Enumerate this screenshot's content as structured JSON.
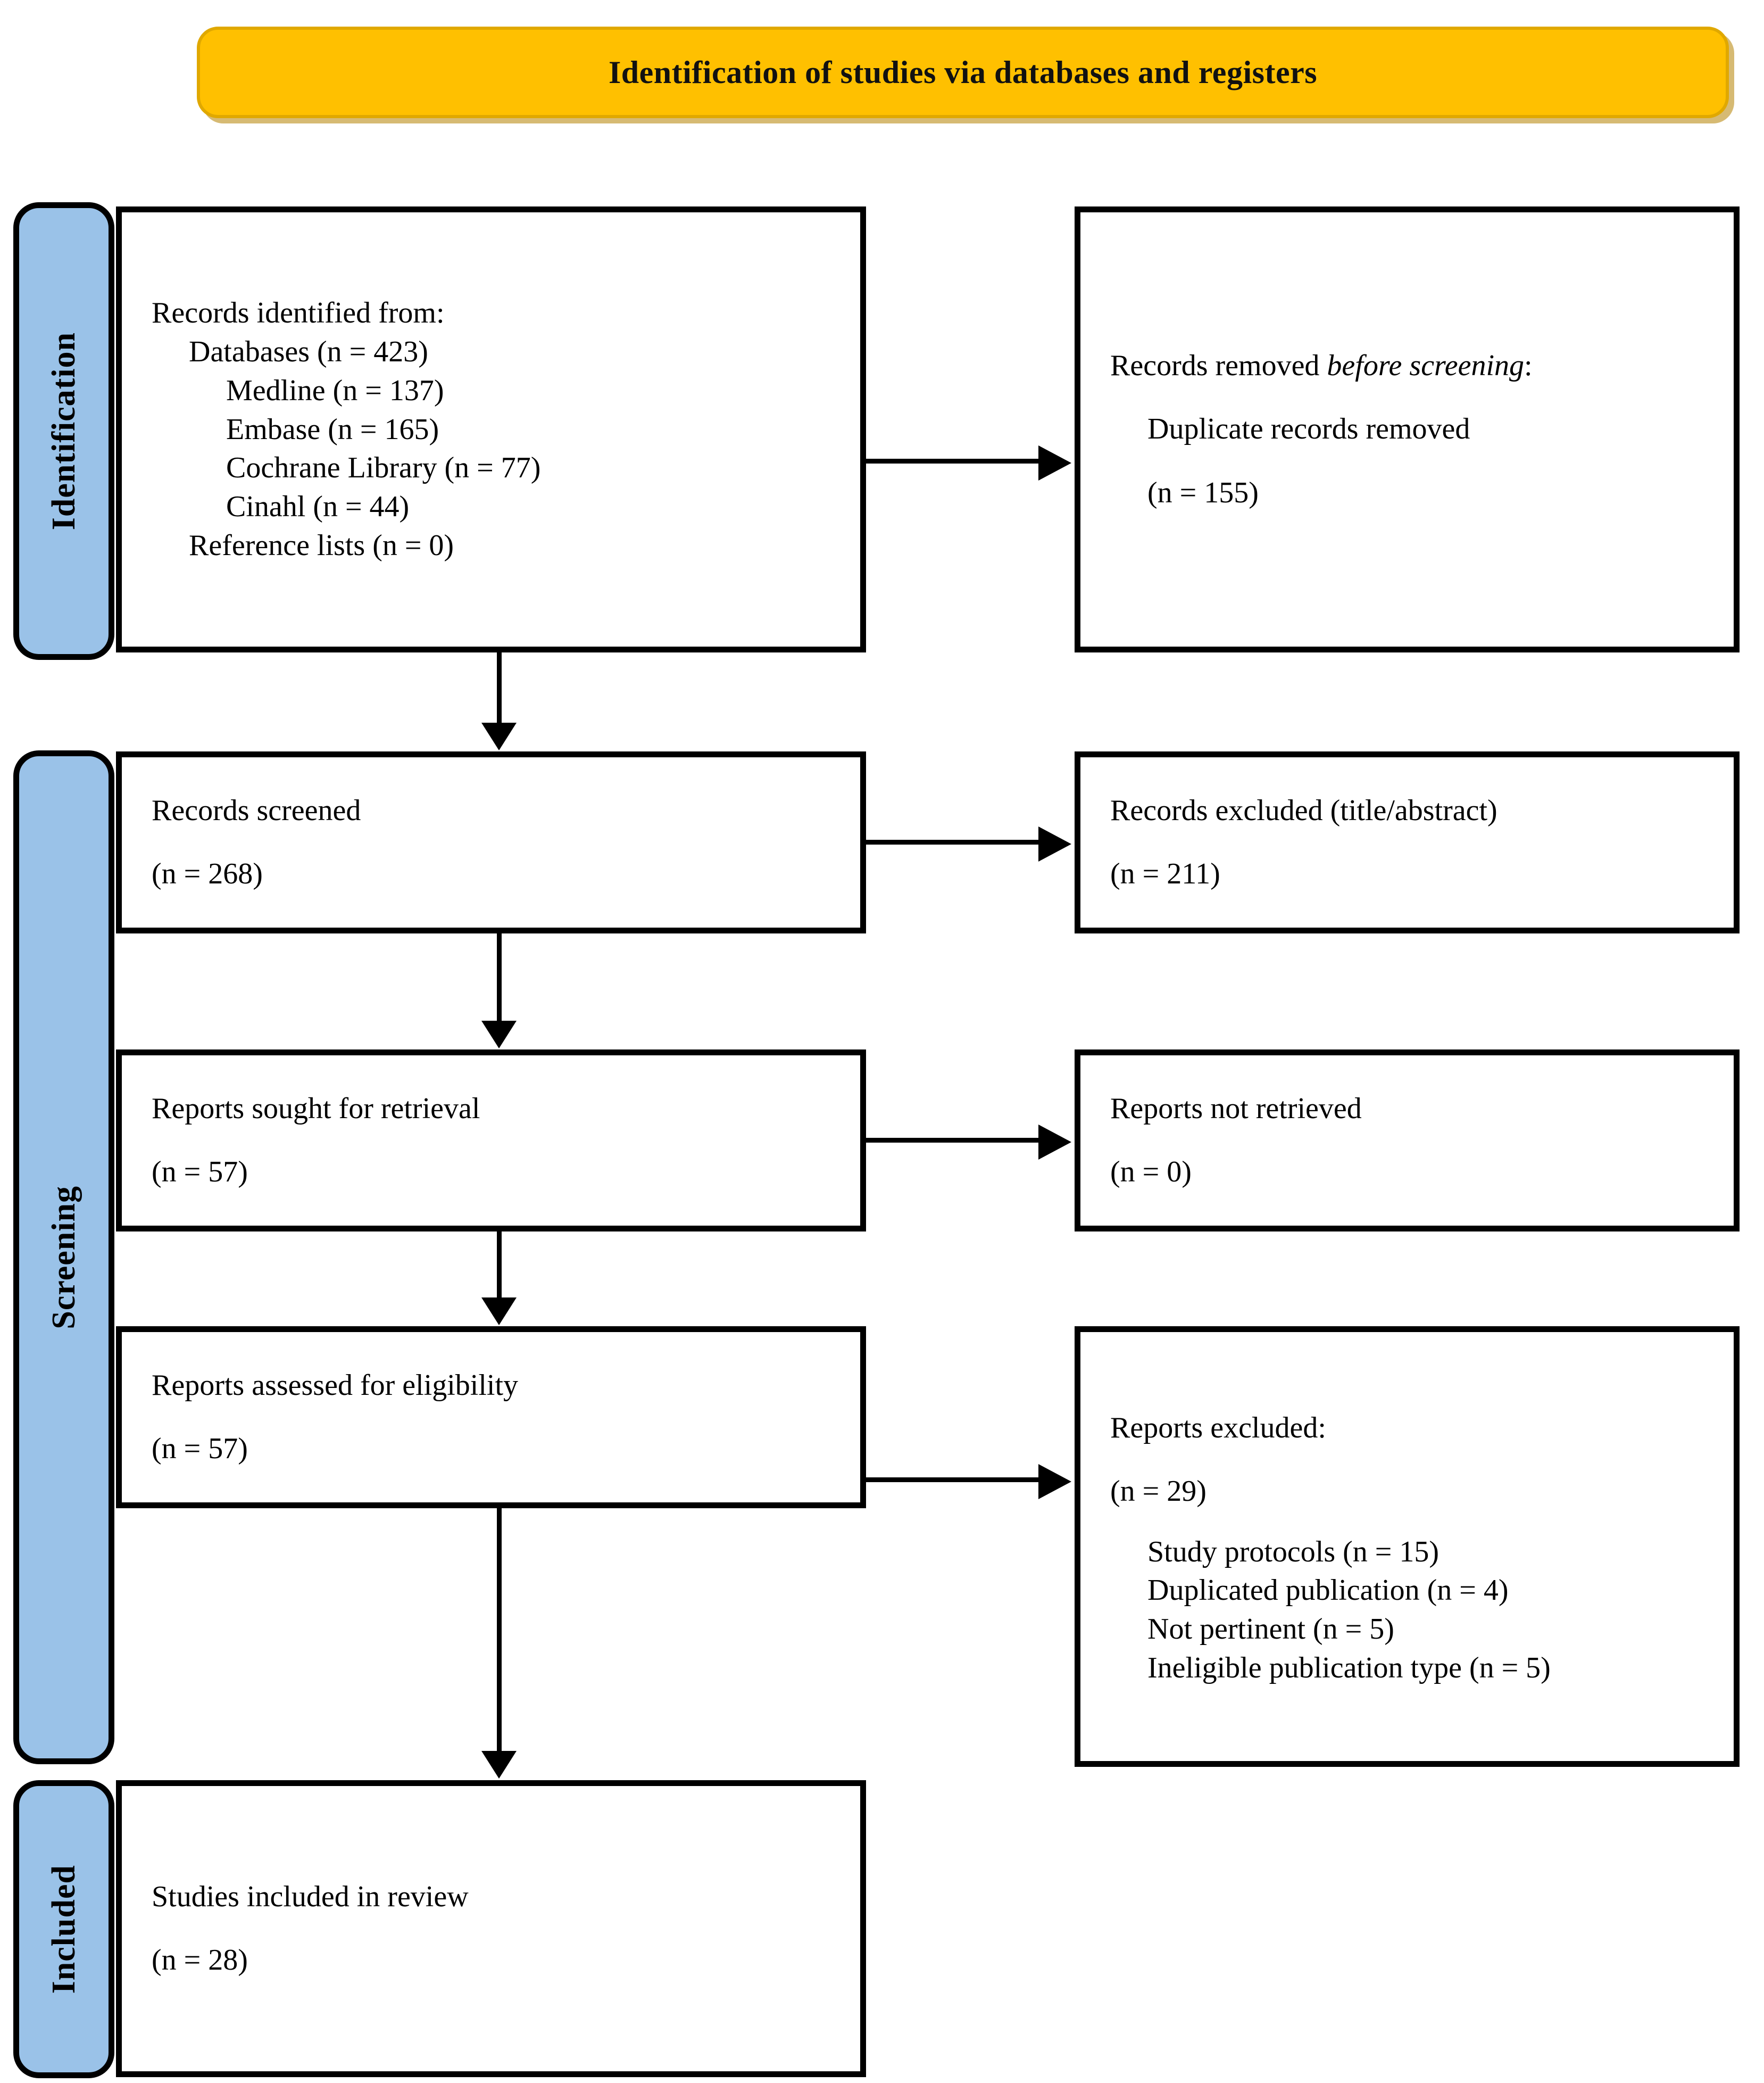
{
  "header": {
    "title": "Identification of studies via databases and registers"
  },
  "colors": {
    "banner_fill": "#FFC000",
    "banner_border": "#E0A800",
    "stage_band_fill": "#9AC2E8",
    "box_border": "#000000",
    "text": "#000000"
  },
  "stages": [
    {
      "id": "identification",
      "label": "Identification"
    },
    {
      "id": "screening",
      "label": "Screening"
    },
    {
      "id": "included",
      "label": "Included"
    }
  ],
  "boxes": {
    "identified": {
      "title": "Records identified from:",
      "lines": [
        "Databases (n = 423)",
        "Medline (n = 137)",
        "Embase (n = 165)",
        "Cochrane Library (n = 77)",
        "Cinahl (n = 44)",
        "Reference lists (n = 0)"
      ]
    },
    "removed": {
      "title_prefix": "Records removed ",
      "title_italic": "before screening",
      "title_suffix": ":",
      "line1": "Duplicate records removed",
      "line2": "(n = 155)"
    },
    "screened": {
      "title": "Records screened",
      "count": "(n = 268)"
    },
    "excluded_title_abstract": {
      "title": "Records excluded (title/abstract)",
      "count": "(n = 211)"
    },
    "sought": {
      "title": "Reports sought for retrieval",
      "count": "(n = 57)"
    },
    "not_retrieved": {
      "title": "Reports not retrieved",
      "count": "(n = 0)"
    },
    "assessed": {
      "title": "Reports assessed for eligibility",
      "count": "(n = 57)"
    },
    "excluded_reports": {
      "title": "Reports excluded:",
      "count": "(n = 29)",
      "reasons": [
        "Study protocols (n = 15)",
        "Duplicated publication (n = 4)",
        "Not pertinent (n = 5)",
        "Ineligible publication type (n = 5)"
      ]
    },
    "included": {
      "title": "Studies included in review",
      "count": "(n = 28)"
    }
  },
  "chart_data": {
    "type": "diagram",
    "diagram_type": "PRISMA-2020-flow",
    "title": "Identification of studies via databases and registers",
    "stages": [
      "Identification",
      "Screening",
      "Included"
    ],
    "nodes": [
      {
        "id": "identified",
        "stage": "Identification",
        "label": "Records identified from",
        "value": 423,
        "breakdown": {
          "Databases": 423,
          "Medline": 137,
          "Embase": 165,
          "Cochrane Library": 77,
          "Cinahl": 44,
          "Reference lists": 0
        }
      },
      {
        "id": "removed",
        "stage": "Identification",
        "label": "Records removed before screening - Duplicate records removed",
        "value": 155
      },
      {
        "id": "screened",
        "stage": "Screening",
        "label": "Records screened",
        "value": 268
      },
      {
        "id": "excluded_ta",
        "stage": "Screening",
        "label": "Records excluded (title/abstract)",
        "value": 211
      },
      {
        "id": "sought",
        "stage": "Screening",
        "label": "Reports sought for retrieval",
        "value": 57
      },
      {
        "id": "not_retrieved",
        "stage": "Screening",
        "label": "Reports not retrieved",
        "value": 0
      },
      {
        "id": "assessed",
        "stage": "Screening",
        "label": "Reports assessed for eligibility",
        "value": 57
      },
      {
        "id": "excluded_rep",
        "stage": "Screening",
        "label": "Reports excluded",
        "value": 29,
        "breakdown": {
          "Study protocols": 15,
          "Duplicated publication": 4,
          "Not pertinent": 5,
          "Ineligible publication type": 5
        }
      },
      {
        "id": "included",
        "stage": "Included",
        "label": "Studies included in review",
        "value": 28
      }
    ],
    "edges": [
      {
        "from": "identified",
        "to": "removed",
        "direction": "right"
      },
      {
        "from": "identified",
        "to": "screened",
        "direction": "down"
      },
      {
        "from": "screened",
        "to": "excluded_ta",
        "direction": "right"
      },
      {
        "from": "screened",
        "to": "sought",
        "direction": "down"
      },
      {
        "from": "sought",
        "to": "not_retrieved",
        "direction": "right"
      },
      {
        "from": "sought",
        "to": "assessed",
        "direction": "down"
      },
      {
        "from": "assessed",
        "to": "excluded_rep",
        "direction": "right"
      },
      {
        "from": "assessed",
        "to": "included",
        "direction": "down"
      }
    ]
  }
}
